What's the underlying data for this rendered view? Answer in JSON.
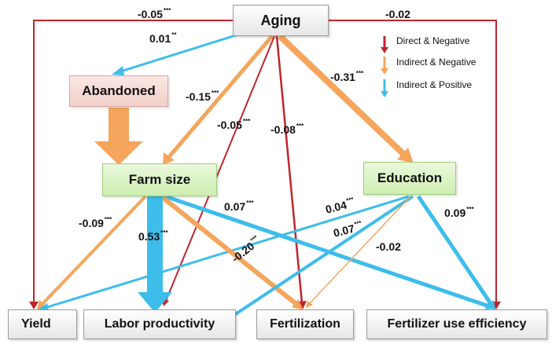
{
  "nodes": {
    "aging": "Aging",
    "abandoned": "Abandoned",
    "farm_size": "Farm size",
    "education": "Education",
    "yield": "Yield",
    "labor_productivity": "Labor productivity",
    "fertilization": "Fertilization",
    "fertilizer_use_efficiency": "Fertilizer use efficiency"
  },
  "legend": {
    "direct_negative": "Direct & Negative",
    "indirect_negative": "Indirect & Negative",
    "indirect_positive": "Indirect & Positive"
  },
  "colors": {
    "direct_negative": "#c0252d",
    "indirect_negative": "#f5a55c",
    "indirect_positive": "#3dbdea"
  },
  "edges": [
    {
      "from": "Aging",
      "to": "Yield",
      "type": "direct_negative",
      "value": "-0.05",
      "sig": "***"
    },
    {
      "from": "Aging",
      "to": "Fertilizer use efficiency",
      "type": "direct_negative",
      "value": "-0.02",
      "sig": ""
    },
    {
      "from": "Aging",
      "to": "Abandoned",
      "type": "indirect_positive",
      "value": "0.01",
      "sig": "**"
    },
    {
      "from": "Aging",
      "to": "Farm size",
      "type": "indirect_negative",
      "value": "-0.15",
      "sig": "***"
    },
    {
      "from": "Aging",
      "to": "Labor productivity",
      "type": "direct_negative",
      "value": "-0.05",
      "sig": "***"
    },
    {
      "from": "Aging",
      "to": "Fertilization",
      "type": "direct_negative",
      "value": "-0.08",
      "sig": "***"
    },
    {
      "from": "Aging",
      "to": "Education",
      "type": "indirect_negative",
      "value": "-0.31",
      "sig": "***"
    },
    {
      "from": "Abandoned",
      "to": "Farm size",
      "type": "indirect_negative",
      "value": "",
      "sig": ""
    },
    {
      "from": "Farm size",
      "to": "Yield",
      "type": "indirect_negative",
      "value": "-0.09",
      "sig": "***"
    },
    {
      "from": "Farm size",
      "to": "Labor productivity",
      "type": "indirect_positive",
      "value": "0.53",
      "sig": "***"
    },
    {
      "from": "Farm size",
      "to": "Fertilization",
      "type": "indirect_negative",
      "value": "-0.20",
      "sig": "***"
    },
    {
      "from": "Farm size",
      "to": "Fertilizer use efficiency",
      "type": "indirect_positive",
      "value": "0.07",
      "sig": "***"
    },
    {
      "from": "Education",
      "to": "Yield",
      "type": "indirect_positive",
      "value": "0.04",
      "sig": "***"
    },
    {
      "from": "Education",
      "to": "Labor productivity",
      "type": "indirect_positive",
      "value": "0.07",
      "sig": "***"
    },
    {
      "from": "Education",
      "to": "Fertilization",
      "type": "indirect_negative",
      "value": "-0.02",
      "sig": ""
    },
    {
      "from": "Education",
      "to": "Fertilizer use efficiency",
      "type": "indirect_positive",
      "value": "0.09",
      "sig": "***"
    }
  ]
}
